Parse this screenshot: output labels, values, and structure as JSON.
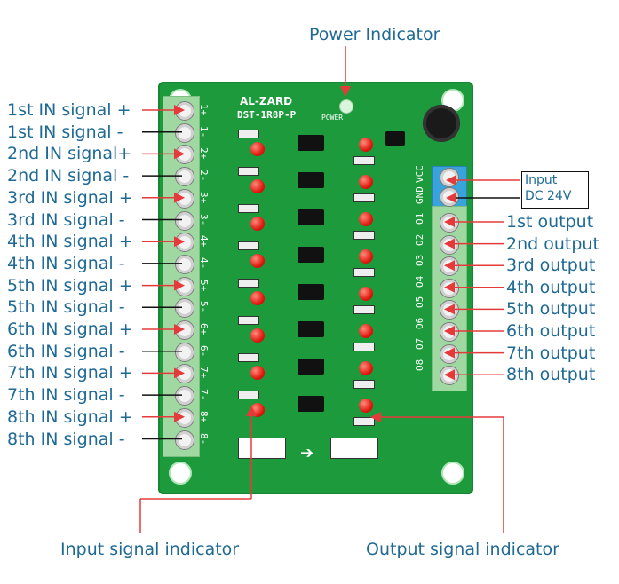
{
  "title_top": "Power Indicator",
  "board": {
    "brand": "AL-ZARD",
    "model": "DST-1R8P-P"
  },
  "left_labels": [
    "1st IN signal +",
    "1st IN signal -",
    "2nd IN signal+",
    "2nd IN signal -",
    "3rd IN signal +",
    "3rd IN signal -",
    "4th IN signal +",
    "4th IN signal -",
    "5th IN signal +",
    "5th IN signal -",
    "6th IN signal +",
    "6th IN signal -",
    "7th IN signal +",
    "7th IN signal -",
    "8th IN signal +",
    "8th IN signal -"
  ],
  "left_pins": [
    "1+",
    "1-",
    "2+",
    "2-",
    "3+",
    "3-",
    "4+",
    "4-",
    "5+",
    "5-",
    "6+",
    "6-",
    "7+",
    "7-",
    "8+",
    "8-"
  ],
  "input_box": {
    "line1": "Input",
    "line2": "DC 24V"
  },
  "right_pins": [
    "VCC",
    "GND",
    "O1",
    "O2",
    "O3",
    "O4",
    "O5",
    "O6",
    "O7",
    "O8"
  ],
  "right_labels": [
    "1st output",
    "2nd output",
    "3rd output",
    "4th output",
    "5th output",
    "6th output",
    "7th output",
    "8th output"
  ],
  "bottom_left": "Input signal indicator",
  "bottom_right": "Output signal indicator",
  "power_silk": "POWER",
  "colors": {
    "label": "#1f6a95",
    "pcb": "#1d9a3c",
    "arrow": "#e53a3a"
  }
}
